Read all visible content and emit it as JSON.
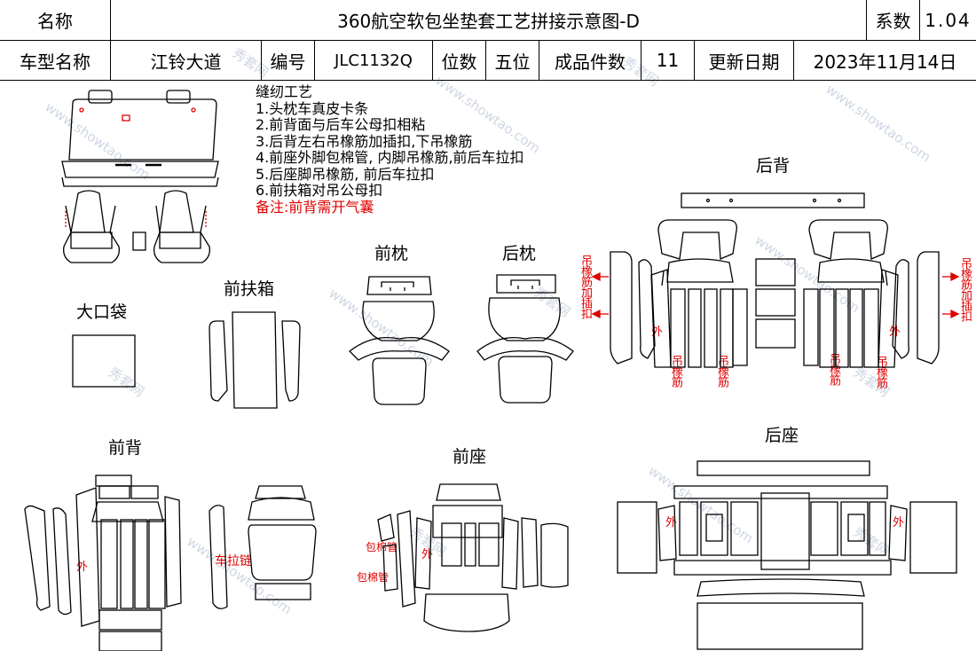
{
  "header": {
    "name_label": "名称",
    "title": "360航空软包坐垫套工艺拼接示意图-D",
    "coef_label": "系数",
    "coef_value": "1.04",
    "model_label": "车型名称",
    "model_value": "江铃大道",
    "code_label": "编号",
    "code_value": "JLC1132Q",
    "seats_label": "位数",
    "seats_value": "五位",
    "pieces_label": "成品件数",
    "pieces_value": "11",
    "date_label": "更新日期",
    "date_value": "2023年11月14日"
  },
  "notes": {
    "title": "缝纫工艺",
    "items": [
      "1.头枕车真皮卡条",
      "2.前背面与后车公母扣相粘",
      "3.后背左右吊橡筋加插扣,下吊橡筋",
      "4.前座外脚包棉管, 内脚吊橡筋,前后车拉扣",
      "5.后座脚吊橡筋, 前后车拉扣",
      "6.前扶箱对吊公母扣"
    ],
    "remark": "备注:前背需开气囊"
  },
  "labels": {
    "rear_back": "后背",
    "front_headrest": "前枕",
    "rear_headrest": "后枕",
    "front_armrest": "前扶箱",
    "big_pocket": "大口袋",
    "front_back": "前背",
    "front_seat": "前座",
    "rear_seat": "后座"
  },
  "annotations": {
    "hang_elastic_insert_buckle": "吊橡筋加插扣",
    "hang_elastic": "吊橡筋",
    "outer": "外",
    "zipper": "车拉链",
    "cotton_tube": "包棉管"
  },
  "watermark": {
    "text_cn": "秀套网",
    "text_url": "www.showtao.com"
  },
  "colors": {
    "annotation": "#e00000",
    "line": "#000000"
  }
}
